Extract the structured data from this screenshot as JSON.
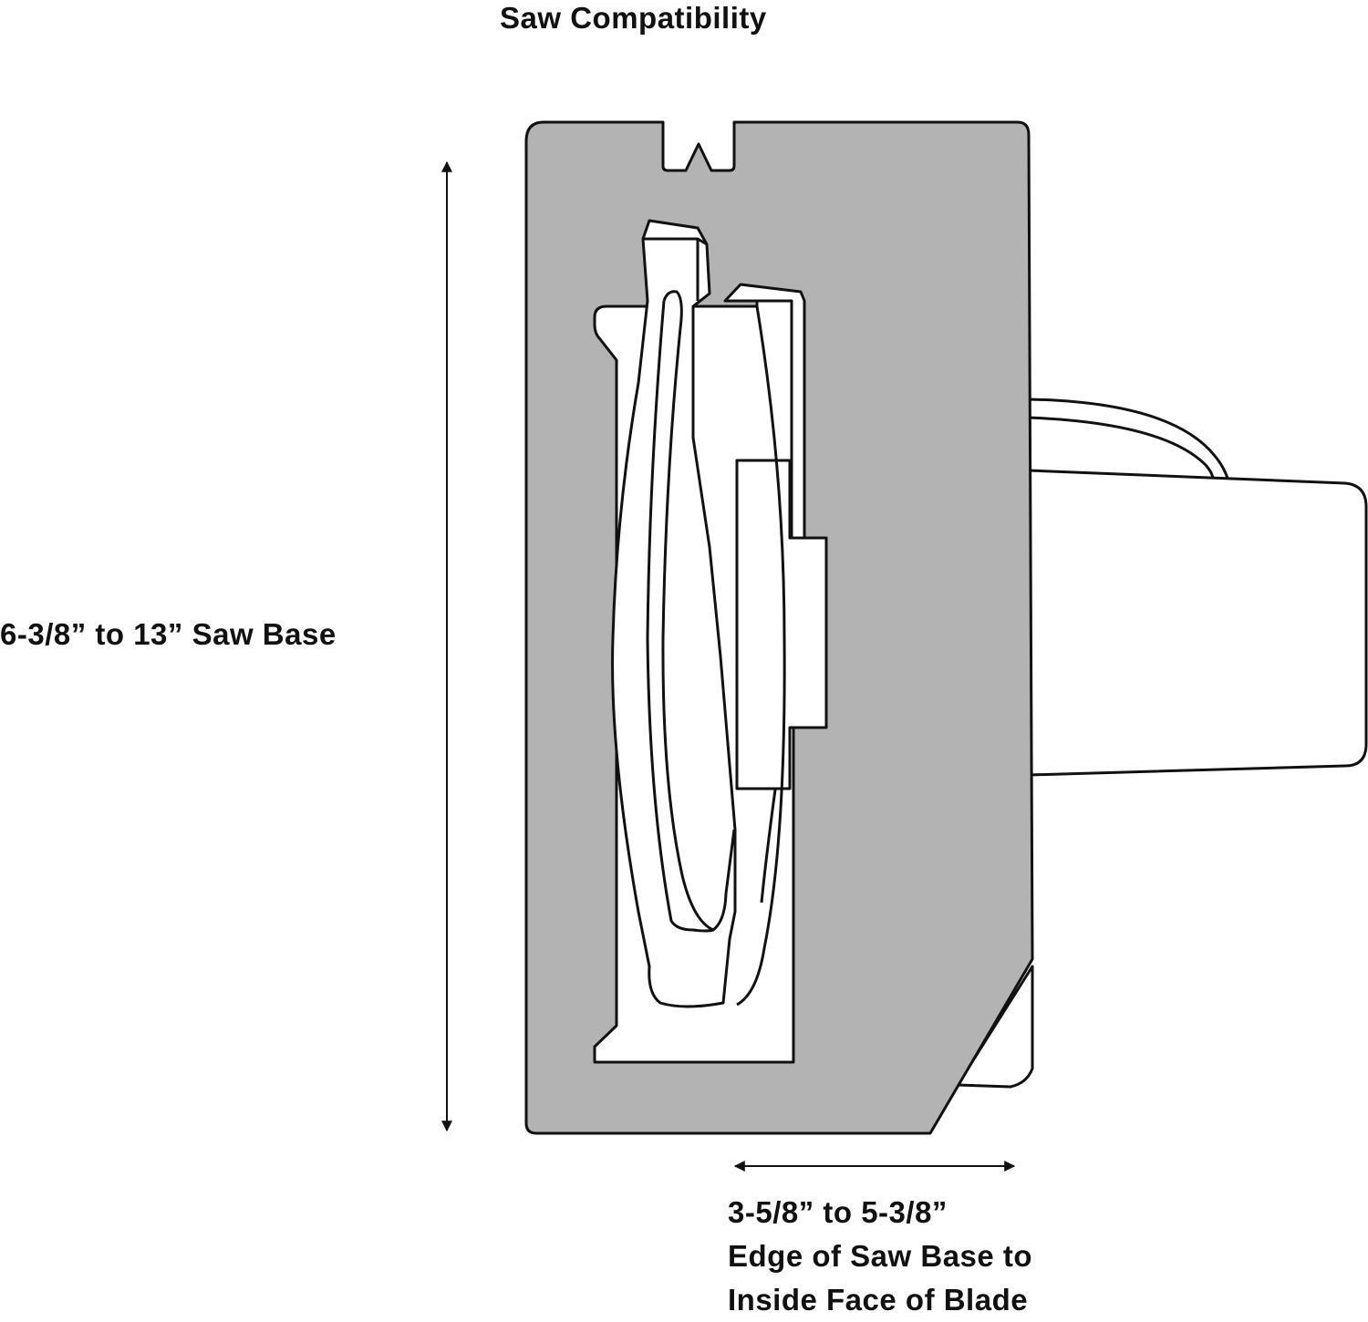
{
  "title": "Saw Compatibility",
  "dimensions": {
    "base_height": "6-3/8” to 13” Saw Base",
    "blade_offset": {
      "line1": "3-5/8” to 5-3/8”",
      "line2": "Edge of Saw Base to",
      "line3": "Inside Face of Blade"
    }
  },
  "colors": {
    "saw_base_fill": "#b3b3b3",
    "outline": "#111111",
    "background": "#ffffff"
  }
}
